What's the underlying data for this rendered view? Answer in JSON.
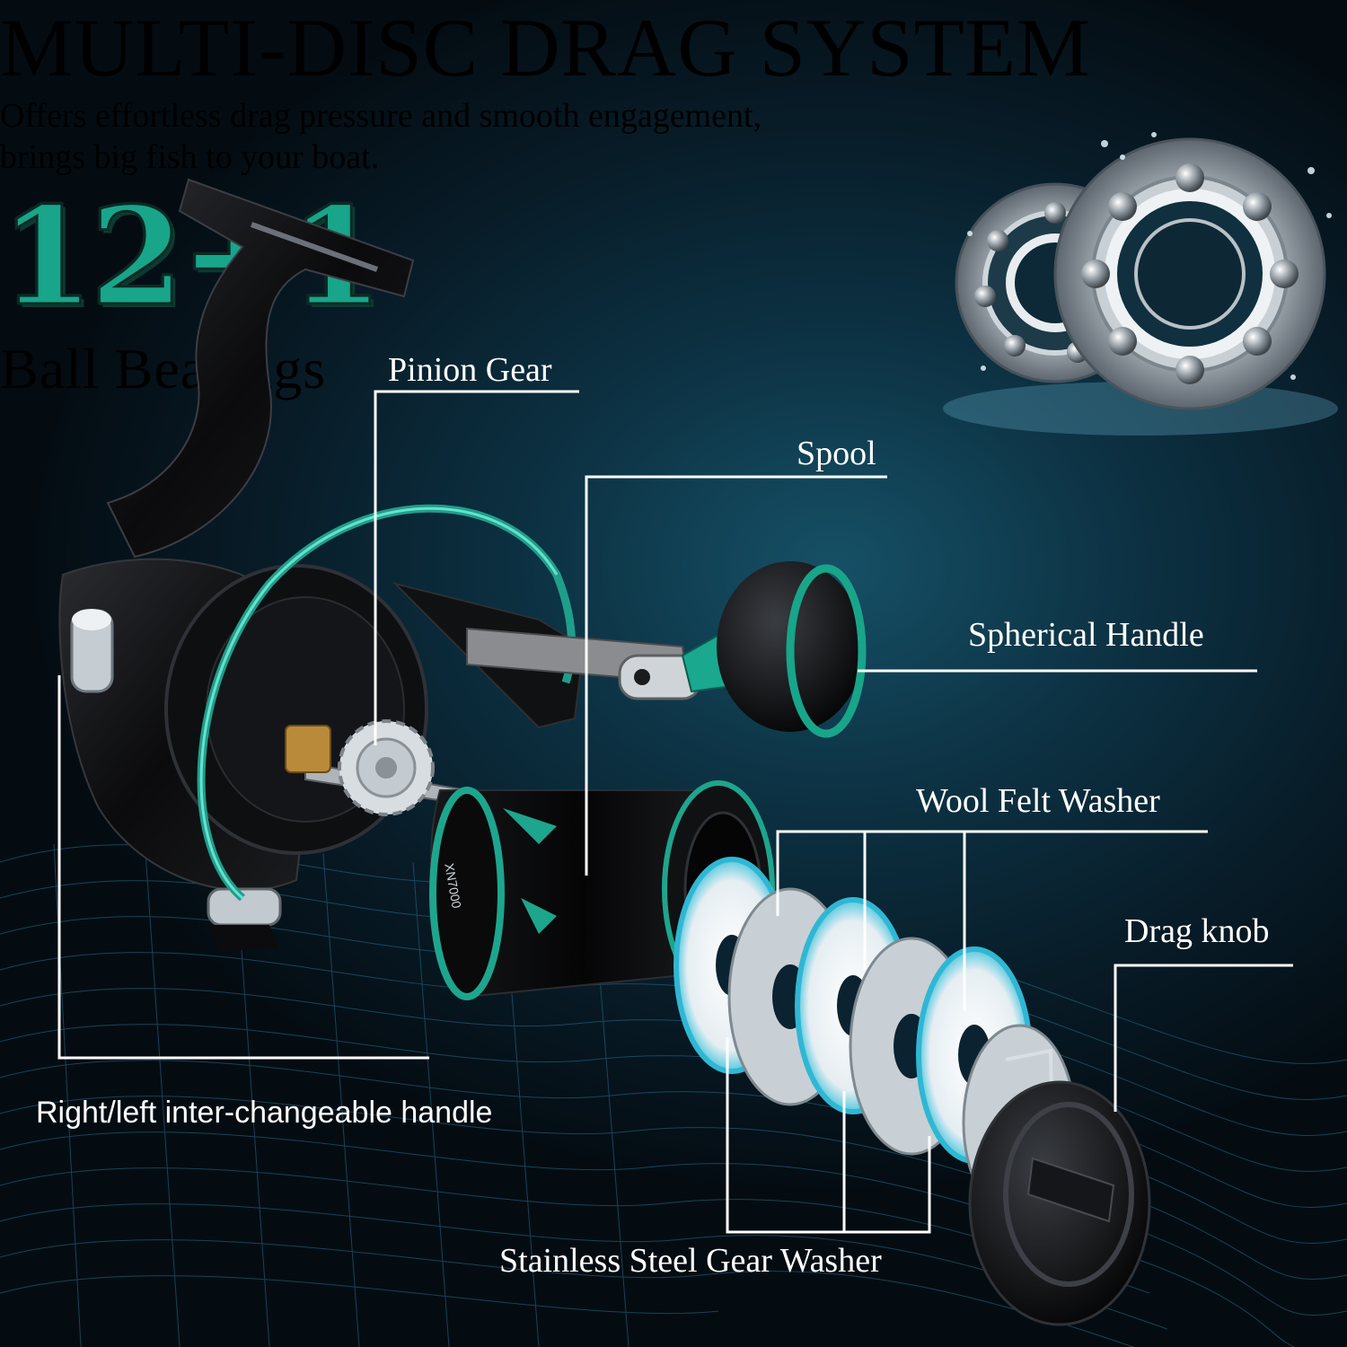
{
  "header": {
    "title": "MULTI-DISC DRAG SYSTEM",
    "subtitle_line1": "Offers effortless drag pressure and smooth engagement,",
    "subtitle_line2": "brings big fish to your boat."
  },
  "bearings": {
    "count": "12+1",
    "label": "Ball Bearings"
  },
  "reel": {
    "model": "XN7000"
  },
  "callouts": {
    "pinion_gear": "Pinion Gear",
    "spool": "Spool",
    "spherical_handle": "Spherical Handle",
    "wool_felt_washer": "Wool Felt Washer",
    "drag_knob": "Drag knob",
    "handle": "Right/left inter-changeable handle",
    "gear_washer": "Stainless Steel Gear Washer"
  },
  "colors": {
    "accent_teal": "#18a58a",
    "reel_black": "#0c0c0e",
    "callout_line": "#ffffff"
  }
}
